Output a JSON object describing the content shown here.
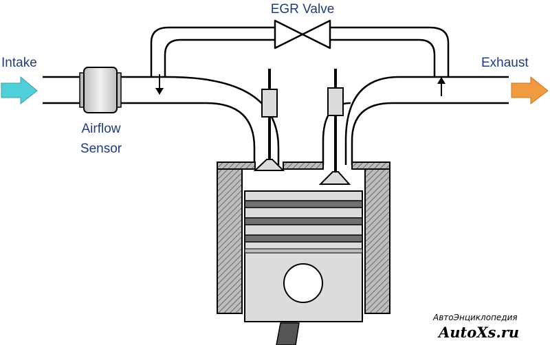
{
  "labels": {
    "egr_valve": "EGR Valve",
    "intake": "Intake",
    "exhaust": "Exhaust",
    "airflow_line1": "Airflow",
    "airflow_line2": "Sensor"
  },
  "watermark": {
    "line1": "АвтоЭнциклопедия",
    "line2": "AutoXs.ru"
  },
  "colors": {
    "pipe": "#000000",
    "label_text": "#1f3c7a",
    "intake_arrow": "#4fd0d8",
    "exhaust_arrow": "#f29a3f",
    "component_fill": "#dcdcdc",
    "hatch_fill": "#bdbdbd"
  },
  "icons": {
    "intake_arrow": "arrow-right-icon",
    "exhaust_arrow": "arrow-right-icon",
    "egr_valve": "bowtie-valve-icon"
  }
}
